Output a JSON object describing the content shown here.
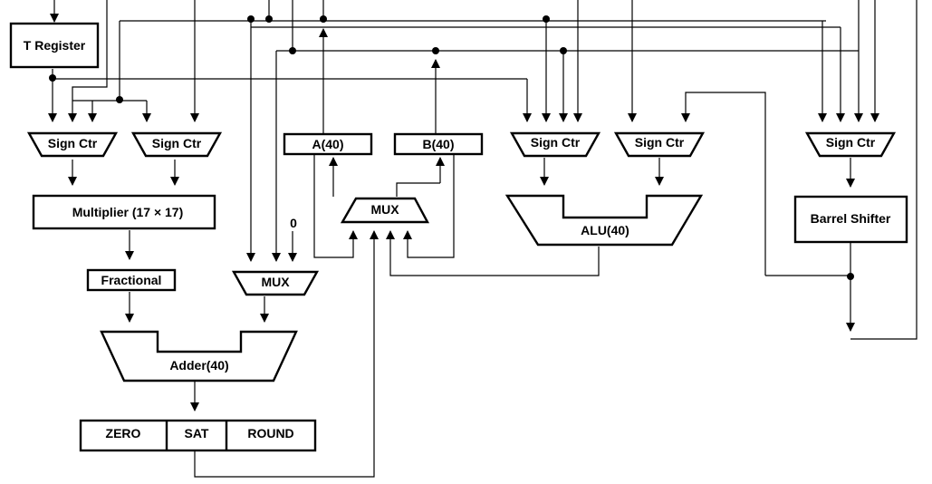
{
  "blocks": {
    "t_register": "T Register",
    "sign_ctr_1": "Sign Ctr",
    "sign_ctr_2": "Sign Ctr",
    "sign_ctr_3": "Sign Ctr",
    "sign_ctr_4": "Sign Ctr",
    "sign_ctr_5": "Sign Ctr",
    "multiplier": "Multiplier (17 × 17)",
    "fractional": "Fractional",
    "mux_adder": "MUX",
    "zero_input": "0",
    "adder": "Adder(40)",
    "zero": "ZERO",
    "sat": "SAT",
    "round": "ROUND",
    "reg_a": "A(40)",
    "reg_b": "B(40)",
    "mux_center": "MUX",
    "alu": "ALU(40)",
    "barrel_shifter": "Barrel Shifter"
  }
}
